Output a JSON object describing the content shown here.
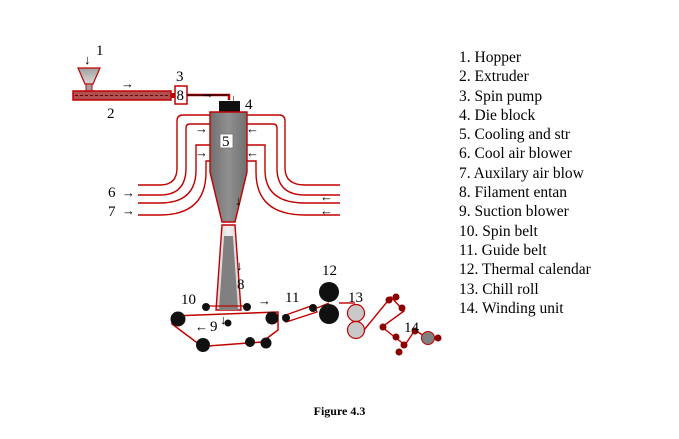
{
  "diagram": {
    "labels": {
      "n1": "1",
      "n2": "2",
      "n3": "3",
      "n4": "4",
      "n5": "5",
      "n6": "6",
      "n7": "7",
      "n8": "8",
      "n9": "9",
      "n10": "10",
      "n11": "11",
      "n12": "12",
      "n13": "13",
      "n14": "14",
      "pump": "8"
    },
    "colors": {
      "line": "#c00000",
      "dark": "#303030",
      "grey": "#808080",
      "light": "#c8c8c8",
      "dot": "#8b0000"
    }
  },
  "legend": [
    "1. Hopper",
    "2. Extruder",
    "3. Spin pump",
    "4. Die block",
    "5. Cooling and str",
    "6. Cool air blower",
    "7. Auxilary air blow",
    "8. Filament entan",
    "9. Suction blower",
    "10. Spin belt",
    "11. Guide belt",
    "12. Thermal calendar",
    "13. Chill roll",
    "14. Winding unit"
  ],
  "caption": "Figure 4.3"
}
